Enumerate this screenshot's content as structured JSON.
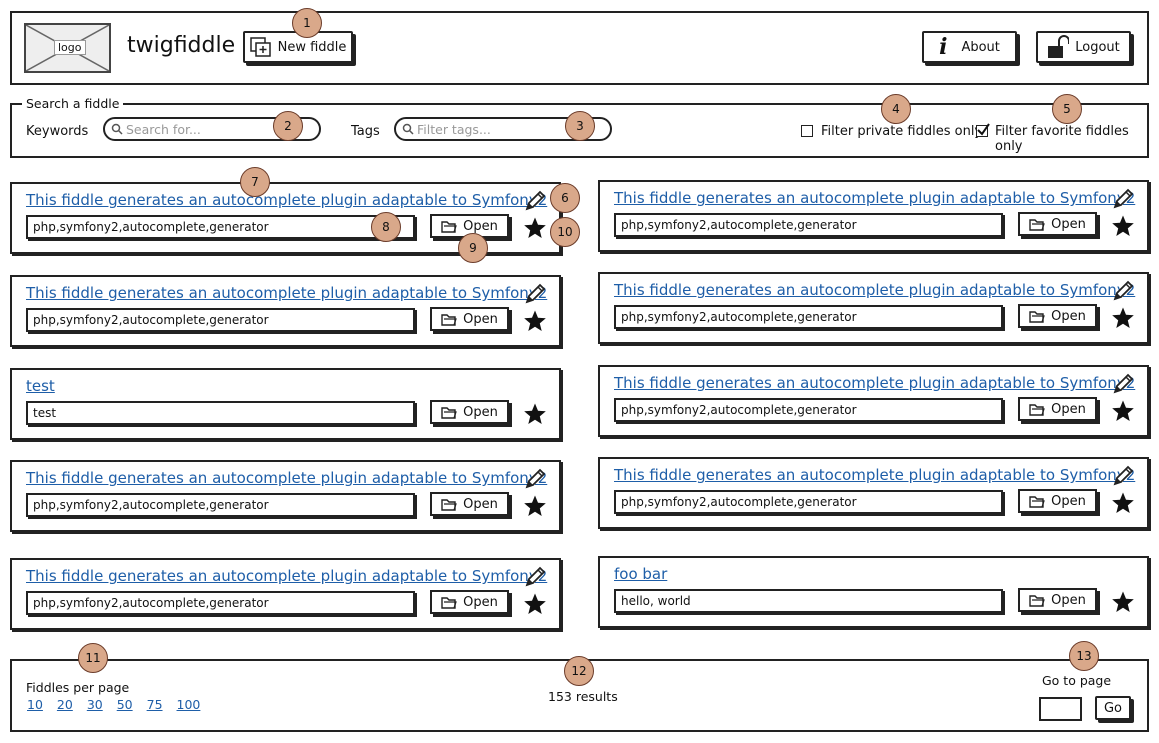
{
  "header": {
    "logo_text": "logo",
    "app_title": "twigfiddle",
    "new_fiddle_label": "New fiddle",
    "about_label": "About",
    "logout_label": "Logout"
  },
  "search": {
    "legend": "Search a fiddle",
    "keywords_label": "Keywords",
    "keywords_placeholder": "Search for...",
    "tags_label": "Tags",
    "tags_placeholder": "Filter tags...",
    "filter_private_label": "Filter private fiddles only",
    "filter_private_checked": false,
    "filter_favorite_label": "Filter favorite fiddles only",
    "filter_favorite_checked": true
  },
  "open_label": "Open",
  "fiddles": [
    {
      "title": "This fiddle generates an autocomplete plugin adaptable to Symfony2",
      "tags": "php,symfony2,autocomplete,generator",
      "editable": true
    },
    {
      "title": "This fiddle generates an autocomplete plugin adaptable to Symfony2",
      "tags": "php,symfony2,autocomplete,generator",
      "editable": true
    },
    {
      "title": "This fiddle generates an autocomplete plugin adaptable to Symfony2",
      "tags": "php,symfony2,autocomplete,generator",
      "editable": true
    },
    {
      "title": "This fiddle generates an autocomplete plugin adaptable to Symfony2",
      "tags": "php,symfony2,autocomplete,generator",
      "editable": true
    },
    {
      "title": "test",
      "tags": "test",
      "editable": false
    },
    {
      "title": "This fiddle generates an autocomplete plugin adaptable to Symfony2",
      "tags": "php,symfony2,autocomplete,generator",
      "editable": true
    },
    {
      "title": "This fiddle generates an autocomplete plugin adaptable to Symfony2",
      "tags": "php,symfony2,autocomplete,generator",
      "editable": true
    },
    {
      "title": "This fiddle generates an autocomplete plugin adaptable to Symfony2",
      "tags": "php,symfony2,autocomplete,generator",
      "editable": true
    },
    {
      "title": "This fiddle generates an autocomplete plugin adaptable to Symfony2",
      "tags": "php,symfony2,autocomplete,generator",
      "editable": true
    },
    {
      "title": "foo bar",
      "tags": "hello, world",
      "editable": false
    }
  ],
  "footer": {
    "per_page_label": "Fiddles per page",
    "per_page_options": [
      "10",
      "20",
      "30",
      "50",
      "75",
      "100"
    ],
    "results_text": "153 results",
    "go_to_page_label": "Go to page",
    "go_label": "Go"
  },
  "annotations": [
    "1",
    "2",
    "3",
    "4",
    "5",
    "6",
    "7",
    "8",
    "9",
    "10",
    "11",
    "12",
    "13"
  ]
}
